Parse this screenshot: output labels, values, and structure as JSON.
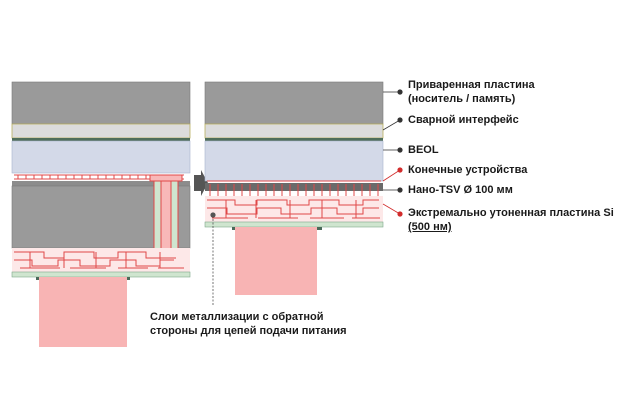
{
  "labels": {
    "bonded_wafer_line1": "Приваренная пластина",
    "bonded_wafer_line2": "(носитель / память)",
    "bond_interface": "Сварной интерфейс",
    "beol": "BEOL",
    "end_devices": "Конечные устройства",
    "nano_tsv": "Нано-TSV Ø 100 мм",
    "thinned_wafer_line1": "Экстремально утоненная пластина Si",
    "thinned_wafer_line2": "(500 нм)",
    "backside_metal_line1": "Слои металлизации с обратной",
    "backside_metal_line2": "стороны для цепей подачи питания"
  },
  "colors": {
    "bulk_silicon": "#9a9a9a",
    "bond_layer": "#dcdcdc",
    "beol": "#d3d9e8",
    "metal_pink": "#f8b8b8",
    "metal_outline": "#e04848",
    "tsv_green": "#cfe5cf",
    "dark_stripe": "#4a4a4a",
    "arrow": "#555555",
    "pointer_dark": "#333333",
    "pointer_red": "#d22c2c"
  },
  "icons": {
    "process_arrow": "right-arrow-icon"
  }
}
